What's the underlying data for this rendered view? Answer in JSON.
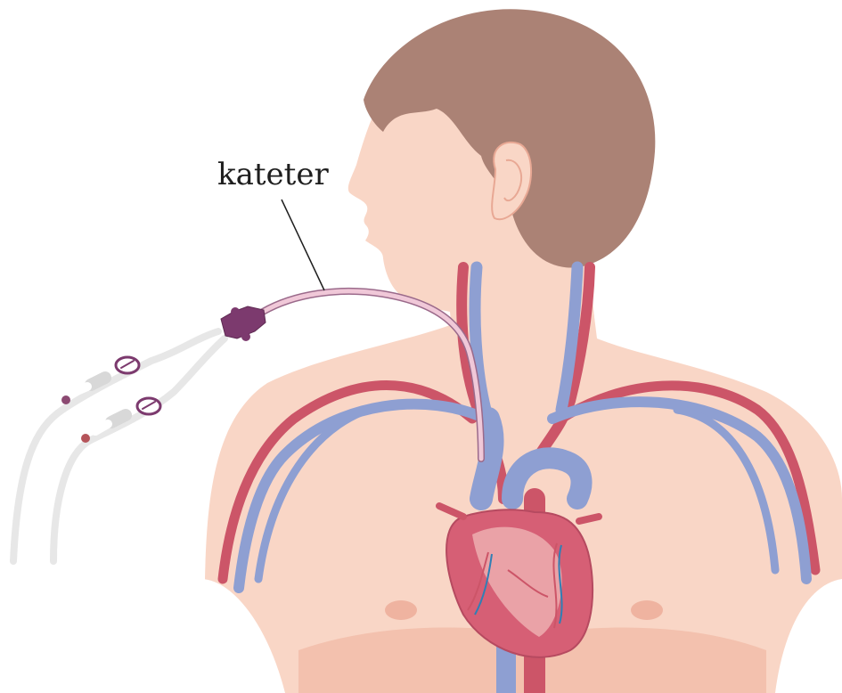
{
  "diagram": {
    "labels": {
      "catheter": "kateter"
    },
    "structures": [
      "head",
      "ear",
      "neck",
      "torso",
      "jugular-vein",
      "carotid-artery",
      "subclavian-vein",
      "subclavian-artery",
      "superior-vena-cava",
      "aorta",
      "heart",
      "coronary-vessels",
      "catheter-tube",
      "catheter-hub",
      "catheter-clamp"
    ],
    "colors": {
      "skin": "#f9d6c6",
      "skin_shadow": "#efb3a0",
      "hair": "#ab8275",
      "vein": "#8e9fd2",
      "artery": "#cc5568",
      "heart": "#d65f75",
      "catheter": "#f0c8d8",
      "catheter_hub": "#7c3a6e",
      "clamp_connector": "#8c4a72",
      "line_tube": "#e7e7e7"
    }
  }
}
